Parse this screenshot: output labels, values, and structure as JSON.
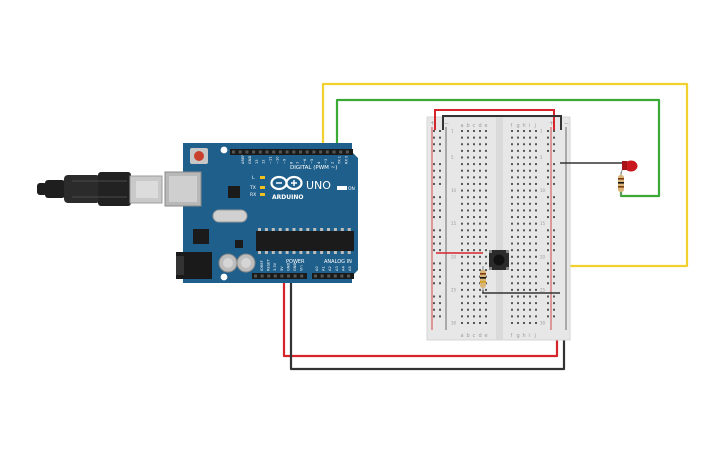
{
  "arduino": {
    "brand": "ARDUINO",
    "model": "UNO",
    "digital_label": "DIGITAL (PWM ~)",
    "power_label": "POWER",
    "analog_label": "ANALOG IN",
    "on_label": "ON",
    "tx_label": "TX",
    "rx_label": "RX",
    "l_label": "L",
    "aref_label": "AREF",
    "gnd_label": "GND",
    "pin_labels_top": [
      "13",
      "12",
      "~11",
      "~10",
      "~9",
      "8",
      "7",
      "~6",
      "~5",
      "4",
      "~3",
      "2",
      "TX 1",
      "RX 0"
    ],
    "pin_labels_power": [
      "IOREF",
      "RESET",
      "3.3V",
      "5V",
      "GND",
      "GND",
      "Vin"
    ],
    "pin_labels_analog": [
      "A0",
      "A1",
      "A2",
      "A3",
      "A4",
      "A5"
    ]
  },
  "breadboard": {
    "columns_left": [
      "a",
      "b",
      "c",
      "d",
      "e"
    ],
    "columns_right": [
      "f",
      "g",
      "h",
      "i",
      "j"
    ],
    "rows": [
      "1",
      "5",
      "10",
      "15",
      "20",
      "25",
      "30"
    ],
    "rail_plus": "+",
    "rail_minus": "−"
  },
  "colors": {
    "wire_yellow": "#f2d12e",
    "wire_green": "#3aa935",
    "wire_red": "#d5242a",
    "wire_black": "#333333",
    "board_blue": "#1f5f8b",
    "led_red": "#c8181e"
  },
  "components": [
    "usb-cable",
    "arduino-uno",
    "breadboard",
    "led",
    "resistor",
    "pushbutton",
    "resistor"
  ]
}
